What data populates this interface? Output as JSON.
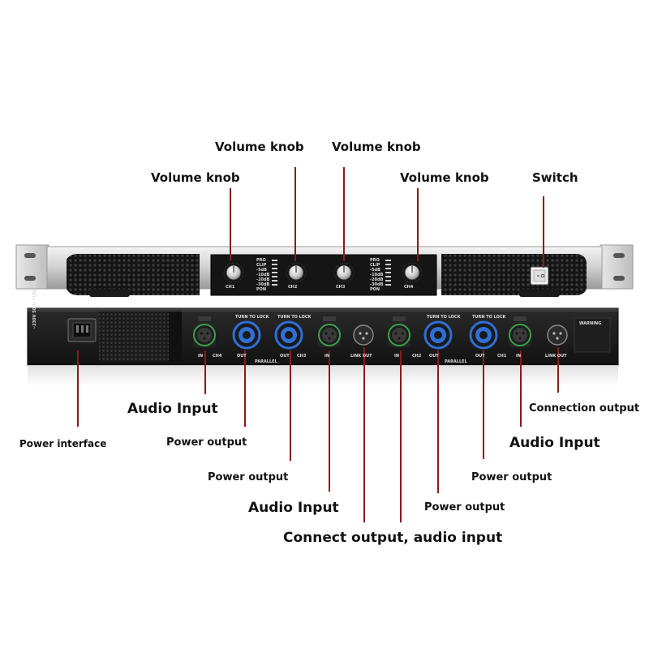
{
  "labels": {
    "volume_knob_ch1": "Volume knob",
    "volume_knob_ch2": "Volume knob",
    "volume_knob_ch3": "Volume knob",
    "volume_knob_ch4": "Volume knob",
    "switch": "Switch",
    "power_interface": "Power interface",
    "audio_input_ch4": "Audio Input",
    "power_output_ch4": "Power output",
    "power_output_ch3": "Power output",
    "audio_input_ch3": "Audio Input",
    "connect_output_audio_input": "Connect output, audio input",
    "power_output_ch2": "Power output",
    "power_output_ch1": "Power output",
    "audio_input_ch1": "Audio Input",
    "connection_output": "Connection output"
  },
  "front_panel": {
    "knob_labels": [
      "CH1",
      "CH2",
      "CH3",
      "CH4"
    ],
    "indicator_labels": [
      "PRO",
      "CLIP",
      "-5dB",
      "-10dB",
      "-20dB",
      "-30dB",
      "PON"
    ]
  },
  "rear_panel": {
    "mains_label": "~230V 50Hz FUSE 6A",
    "section_ch4": "CH4",
    "section_ch3": "CH3",
    "section_ch2": "CH2",
    "section_ch1": "CH1",
    "in_label": "IN",
    "out_label": "OUT",
    "link_out_label": "LINK OUT",
    "lock_label": "TURN TO LOCK",
    "parallel_label": "PARALLEL",
    "warning_label": "WARNING"
  },
  "colors": {
    "leader_line": "#8b1a1a",
    "speakon_blue": "#2f6fd6",
    "xlr_green": "#3aa04a"
  }
}
